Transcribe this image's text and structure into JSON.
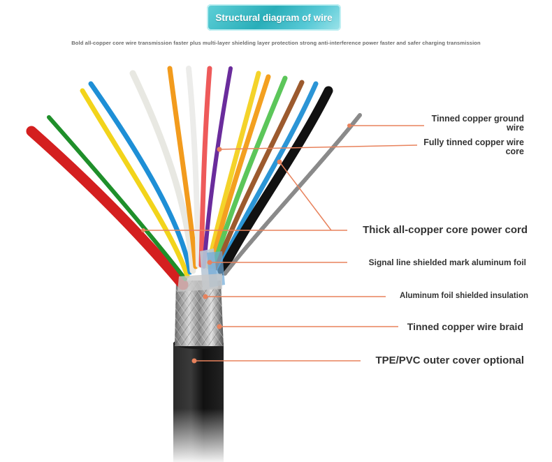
{
  "header": {
    "title": "Structural diagram of wire",
    "subtitle": "Bold all-copper core wire transmission faster plus multi-layer shielding layer protection strong anti-interference power faster and safer charging transmission"
  },
  "labels": {
    "tinned_ground": "Tinned copper ground wire",
    "fully_tinned_core": "Fully tinned copper wire core",
    "power_cord": "Thick all-copper core power cord",
    "signal_foil": "Signal line shielded mark aluminum foil",
    "foil_insulation": "Aluminum foil shielded insulation",
    "braid": "Tinned copper wire braid",
    "outer_cover": "TPE/PVC outer cover optional"
  },
  "colors": {
    "accent": "#e8825c",
    "title_bg": "#29aeb9",
    "label_text": "#333333"
  }
}
